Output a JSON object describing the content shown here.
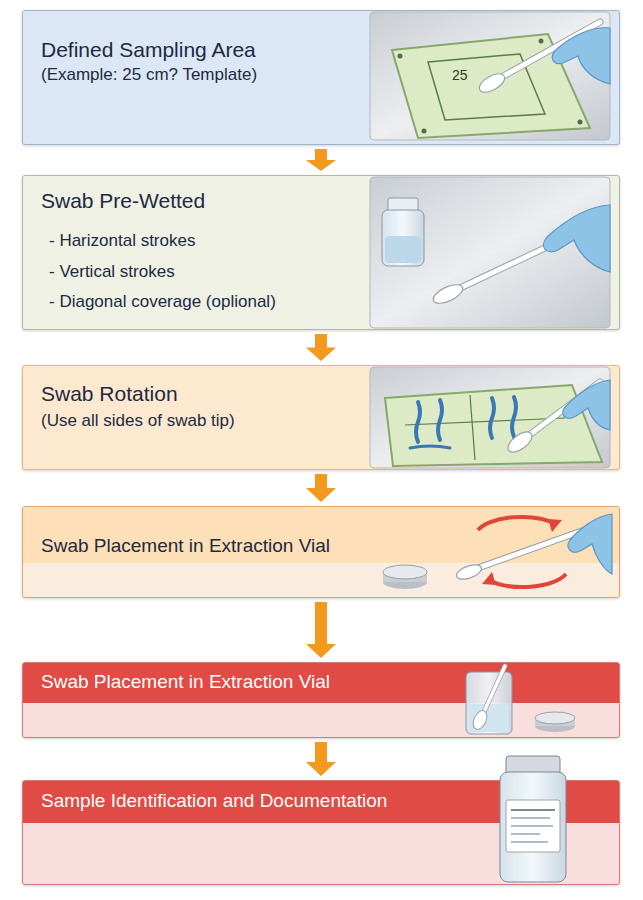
{
  "diagram": {
    "nodes": [
      {
        "text": [
          "Defined Sampling Area",
          "(Example: 25 cm? Template)"
        ]
      },
      {
        "text": [
          "Swab Pre-Wetted",
          "- Harizontal strokes",
          "- Vertical strokes",
          "- Diagonal coverage (oplional)"
        ]
      },
      {
        "text": [
          "Swab Rotation",
          "(Use all sides of swab tip)"
        ]
      },
      {
        "text": [
          "Swab Placement in Extraction Vial"
        ]
      },
      {
        "text": [
          "Swab Placement in Extraction Vial"
        ]
      },
      {
        "text": [
          "Sample Identification and Documentation"
        ]
      }
    ],
    "edges": [
      {
        "from": 0,
        "to": 1,
        "arrow": "to"
      },
      {
        "from": 1,
        "to": 2,
        "arrow": "to"
      },
      {
        "from": 2,
        "to": 3,
        "arrow": "to"
      },
      {
        "from": 3,
        "to": 4,
        "arrow": "to"
      },
      {
        "from": 4,
        "to": 5,
        "arrow": "to"
      }
    ],
    "labels": [
      "25"
    ]
  }
}
